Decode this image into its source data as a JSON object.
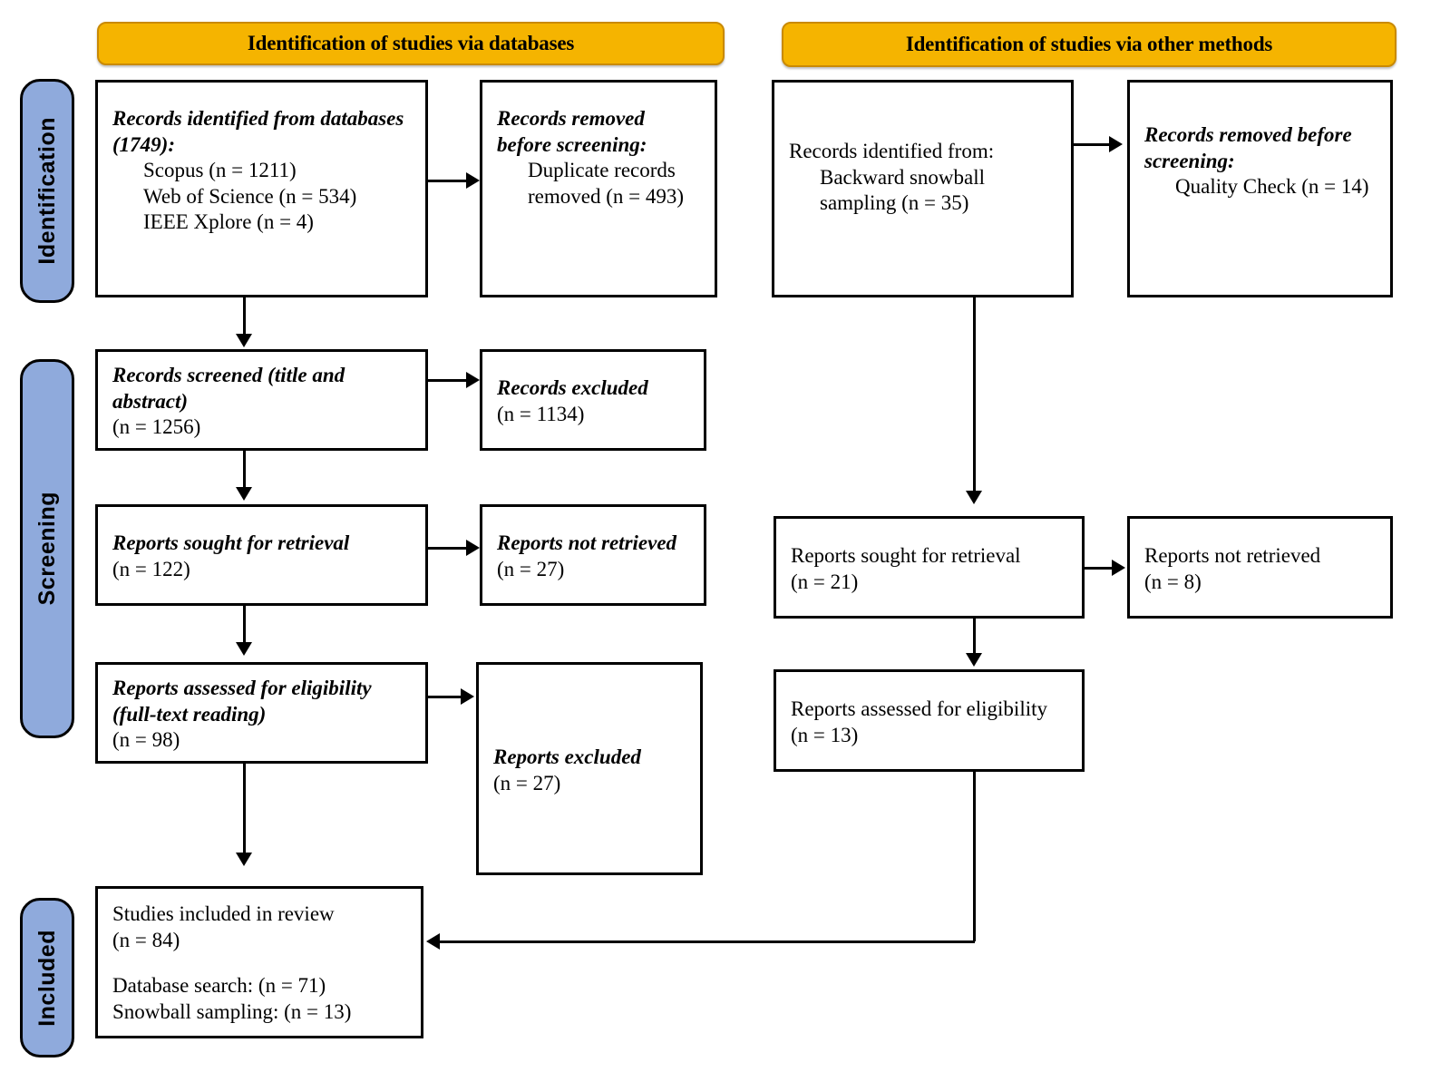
{
  "diagram": {
    "title": "PRISMA flow diagram",
    "colors": {
      "header_fill": "#F5B400",
      "header_border": "#C98A05",
      "stage_fill": "#8FAADC",
      "box_border": "#000000",
      "background": "#FFFFFF"
    }
  },
  "headers": {
    "left": "Identification of studies via databases",
    "right": "Identification of studies via other methods"
  },
  "stages": {
    "identification": "Identification",
    "screening": "Screening",
    "included": "Included"
  },
  "left_column": {
    "records_identified": {
      "title": "Records identified from databases (1749):",
      "items": [
        "Scopus (n = 1211)",
        "Web of Science (n = 534)",
        "IEEE Xplore (n = 4)"
      ]
    },
    "records_removed": {
      "title": "Records removed before screening:",
      "items": [
        "Duplicate records removed (n = 493)"
      ]
    },
    "records_screened": {
      "title": "Records screened (title and abstract)",
      "count": "(n = 1256)"
    },
    "records_excluded": {
      "title": "Records excluded",
      "count": "(n = 1134)"
    },
    "reports_sought": {
      "title": "Reports sought for retrieval",
      "count": "(n = 122)"
    },
    "reports_not_retrieved": {
      "title": "Reports not retrieved",
      "count": "(n = 27)"
    },
    "reports_assessed": {
      "title": "Reports assessed for eligibility (full-text reading)",
      "count": "(n = 98)"
    },
    "reports_excluded": {
      "title": "Reports excluded",
      "count": "(n = 27)"
    }
  },
  "right_column": {
    "records_identified": {
      "title": "Records identified from:",
      "items": [
        "Backward snowball sampling (n = 35)"
      ]
    },
    "records_removed": {
      "title": "Records removed before screening:",
      "items": [
        "Quality Check (n = 14)"
      ]
    },
    "reports_sought": {
      "title": "Reports sought for retrieval",
      "count": "(n = 21)"
    },
    "reports_not_retrieved": {
      "title": "Reports not retrieved",
      "count": "(n = 8)"
    },
    "reports_assessed": {
      "title": "Reports assessed for eligibility",
      "count": "(n = 13)"
    }
  },
  "included_box": {
    "title": "Studies included in review",
    "count": "(n = 84)",
    "breakdown": [
      "Database search: (n = 71)",
      "Snowball sampling: (n = 13)"
    ]
  }
}
